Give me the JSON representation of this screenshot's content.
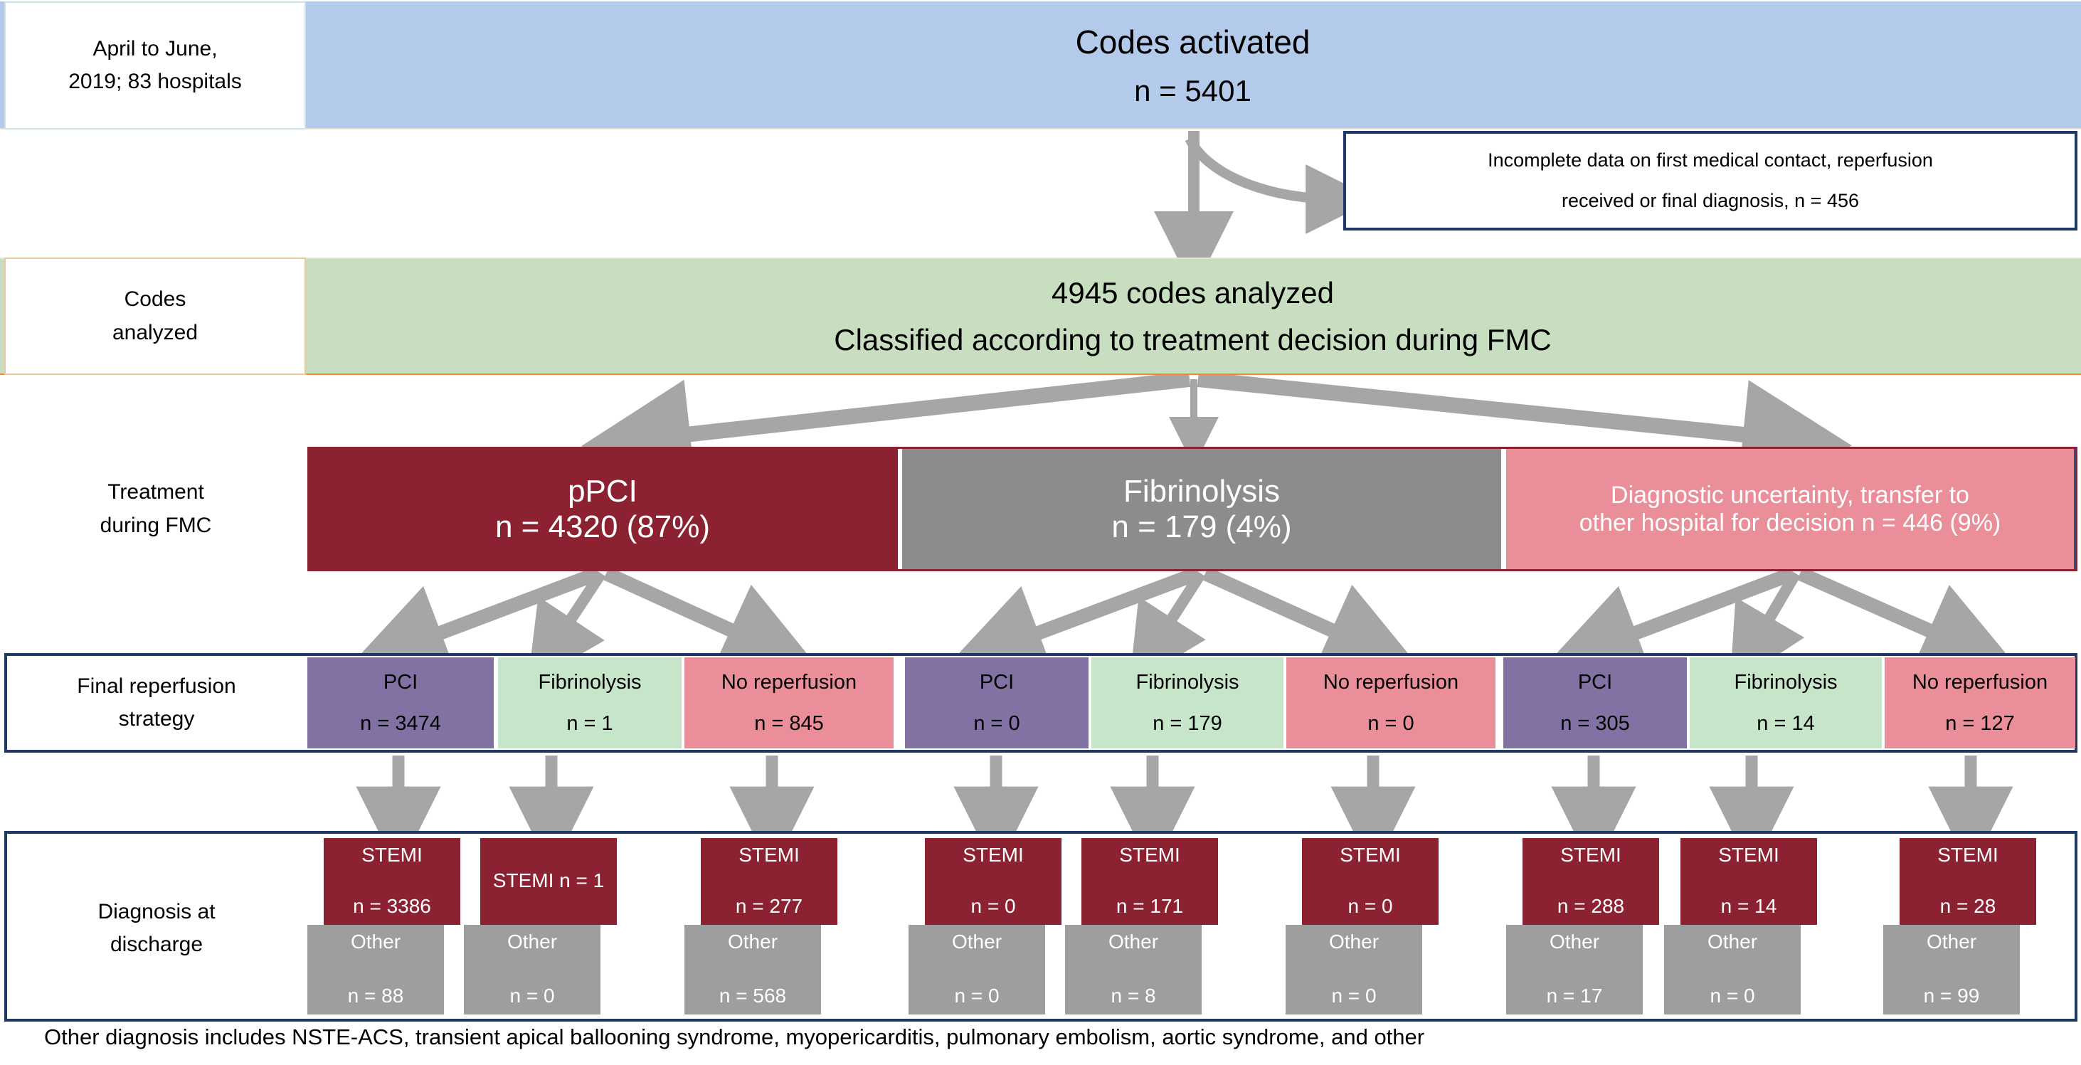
{
  "colors": {
    "band_blue": "#b4caea",
    "band_green": "#c7dfc0",
    "dark_red": "#8c2231",
    "grey": "#8c8c8c",
    "pink": "#ea8f99",
    "purple": "#8272a4",
    "light_green": "#c7e6c9",
    "navy_border": "#1f3864",
    "arrow_grey": "#a6a6a6"
  },
  "row1": {
    "label_line1": "April to June,",
    "label_line2": "2019; 83 hospitals",
    "title": "Codes activated",
    "count": "n = 5401"
  },
  "exclusion": {
    "line1": "Incomplete data on first medical contact, reperfusion",
    "line2": "received or final diagnosis, n = 456"
  },
  "row2": {
    "label_line1": "Codes",
    "label_line2": "analyzed",
    "line1": "4945 codes analyzed",
    "line2": "Classified according to treatment decision during FMC"
  },
  "row3": {
    "label_line1": "Treatment",
    "label_line2": "during FMC",
    "segments": [
      {
        "name": "ppci",
        "title": "pPCI",
        "count": "n = 4320 (87%)"
      },
      {
        "name": "fibrinolysis",
        "title": "Fibrinolysis",
        "count": "n = 179 (4%)"
      },
      {
        "name": "uncertainty",
        "title": "Diagnostic uncertainty, transfer to",
        "count": "other hospital for decision n = 446 (9%)"
      }
    ]
  },
  "row4": {
    "label_line1": "Final reperfusion",
    "label_line2": "strategy",
    "cells": [
      {
        "label": "PCI",
        "count": "n = 3474"
      },
      {
        "label": "Fibrinolysis",
        "count": "n = 1"
      },
      {
        "label": "No reperfusion",
        "count": "n = 845"
      },
      {
        "label": "PCI",
        "count": "n = 0"
      },
      {
        "label": "Fibrinolysis",
        "count": "n = 179"
      },
      {
        "label": "No reperfusion",
        "count": "n = 0"
      },
      {
        "label": "PCI",
        "count": "n = 305"
      },
      {
        "label": "Fibrinolysis",
        "count": "n = 14"
      },
      {
        "label": "No reperfusion",
        "count": "n = 127"
      }
    ]
  },
  "row5": {
    "label_line1": "Diagnosis at",
    "label_line2": "discharge",
    "cells": [
      {
        "stemi_label": "STEMI",
        "stemi_count": "n = 3386",
        "other_label": "Other",
        "other_count": "n = 88",
        "merged": false
      },
      {
        "stemi_label": "STEMI n = 1",
        "stemi_count": "",
        "other_label": "Other",
        "other_count": "n = 0",
        "merged": true
      },
      {
        "stemi_label": "STEMI",
        "stemi_count": "n = 277",
        "other_label": "Other",
        "other_count": "n = 568",
        "merged": false
      },
      {
        "stemi_label": "STEMI",
        "stemi_count": "n = 0",
        "other_label": "Other",
        "other_count": "n = 0",
        "merged": false
      },
      {
        "stemi_label": "STEMI",
        "stemi_count": "n = 171",
        "other_label": "Other",
        "other_count": "n = 8",
        "merged": false
      },
      {
        "stemi_label": "STEMI",
        "stemi_count": "n = 0",
        "other_label": "Other",
        "other_count": "n = 0",
        "merged": false
      },
      {
        "stemi_label": "STEMI",
        "stemi_count": "n = 288",
        "other_label": "Other",
        "other_count": "n = 17",
        "merged": false
      },
      {
        "stemi_label": "STEMI",
        "stemi_count": "n = 14",
        "other_label": "Other",
        "other_count": "n = 0",
        "merged": false
      },
      {
        "stemi_label": "STEMI",
        "stemi_count": "n = 28",
        "other_label": "Other",
        "other_count": "n = 99",
        "merged": false
      }
    ]
  },
  "footnote": {
    "text": "Other diagnosis includes NSTE-ACS, transient apical ballooning syndrome, myopericarditis, pulmonary embolism, aortic syndrome, and other"
  }
}
